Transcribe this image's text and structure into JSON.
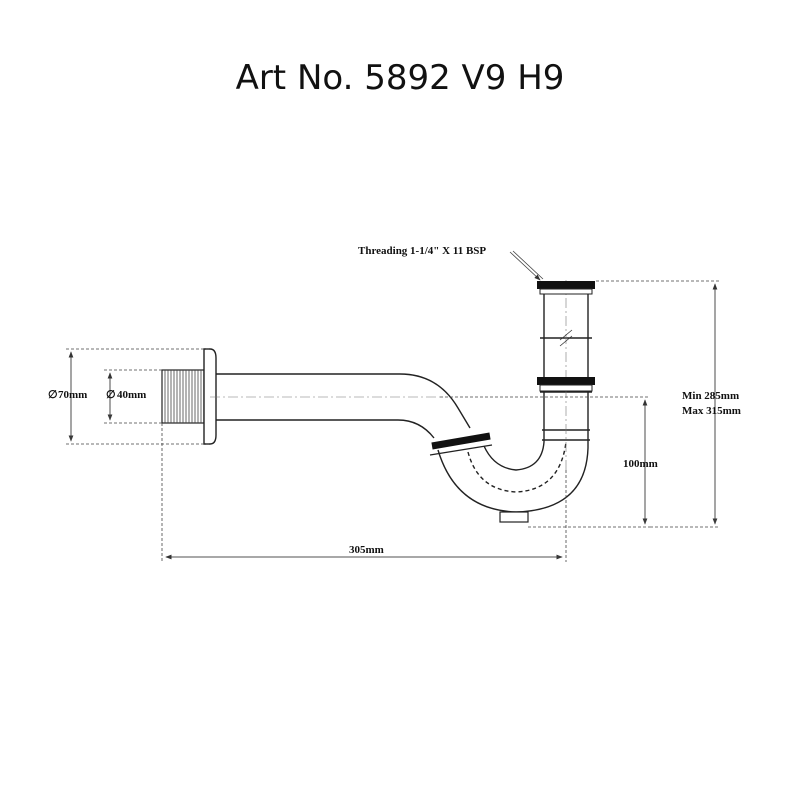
{
  "title": "Art No. 5892 V9 H9",
  "labels": {
    "threading": "Threading 1-1/4\" X 11 BSP",
    "outer_diameter": "70mm",
    "inner_diameter": "40mm",
    "diameter_symbol": "∅",
    "length": "305mm",
    "drop": "100mm",
    "height_min": "Min 285mm",
    "height_max": "Max 315mm"
  }
}
